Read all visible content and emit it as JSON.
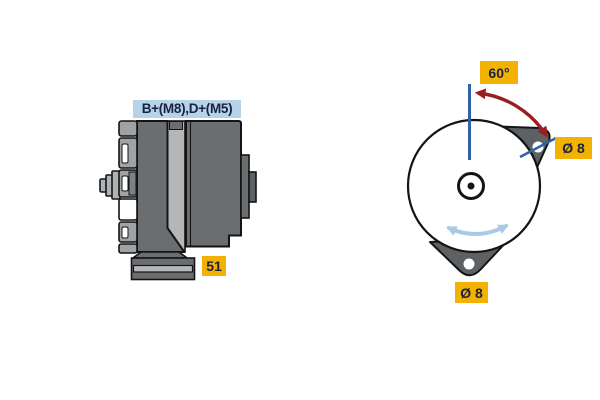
{
  "labels": {
    "terminals": "B+(M8),D+(M5)",
    "terminal_51": "51",
    "swing_angle": "60°",
    "hole_top": "Ø 8",
    "hole_bottom": "Ø 8"
  },
  "colors": {
    "label_blue_bg": "#B6D3E8",
    "label_yellow_bg": "#F3B200",
    "label_text": "#1A2240",
    "body_gray": "#6B6E71",
    "body_light_gray": "#B4B6B8",
    "fin_gray": "#9FA3A6",
    "fin_inner_dark": "#7D8084",
    "shaft_gray": "#B0B3B6",
    "lug_gray": "#5E6164",
    "outline": "#141414",
    "axis_line_blue": "#2F62A7",
    "angle_arc_red": "#9B1D22",
    "rotation_arrow_blue": "#A9C9E6"
  }
}
